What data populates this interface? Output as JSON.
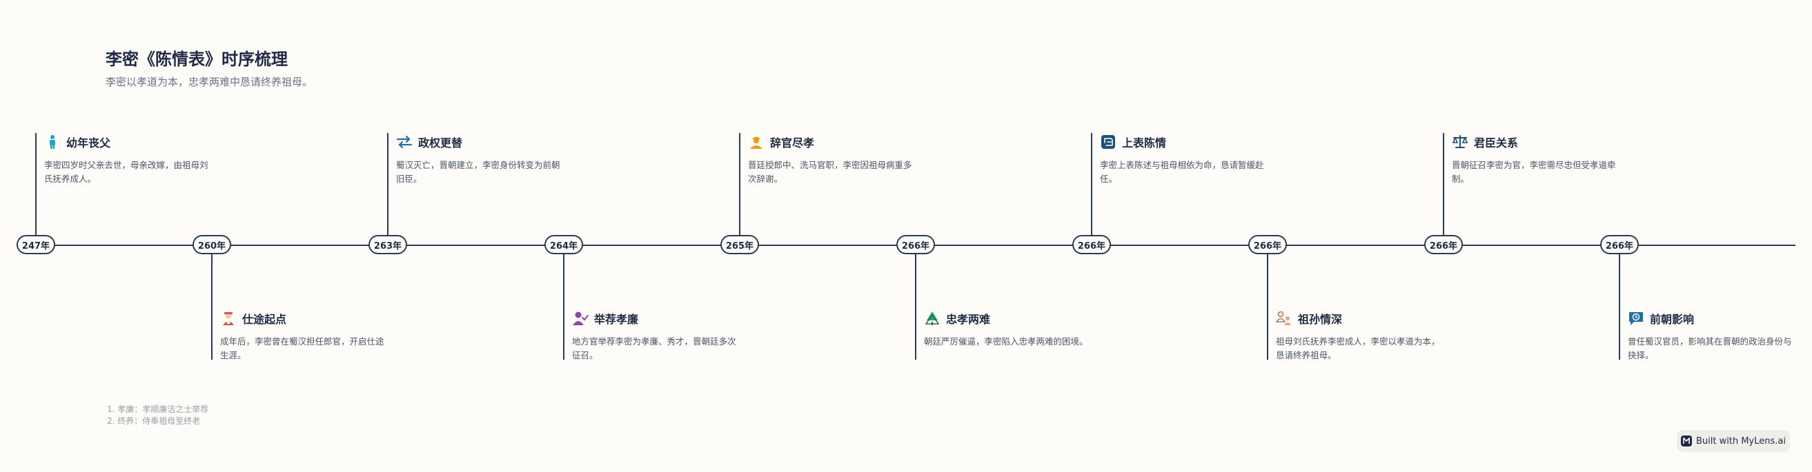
{
  "header": {
    "title": "李密《陈情表》时序梳理",
    "subtitle": "李密以孝道为本，忠孝两难中恳请终养祖母。"
  },
  "timeline": [
    {
      "year": "247年",
      "title": "幼年丧父",
      "desc": "李密四岁时父亲去世，母亲改嫁，由祖母刘氏抚养成人。",
      "icon": "person-icon",
      "color": "#1fa3c4"
    },
    {
      "year": "260年",
      "title": "仕途起点",
      "desc": "成年后，李密曾在蜀汉担任郎官，开启仕途生涯。",
      "icon": "official-icon",
      "color": "#d9534f"
    },
    {
      "year": "263年",
      "title": "政权更替",
      "desc": "蜀汉灭亡，晋朝建立，李密身份转变为前朝旧臣。",
      "icon": "exchange-icon",
      "color": "#1f6fa8"
    },
    {
      "year": "264年",
      "title": "举荐孝廉",
      "desc": "地方官举荐李密为孝廉、秀才，晋朝廷多次征召。",
      "icon": "user-check-icon",
      "color": "#8e44ad"
    },
    {
      "year": "265年",
      "title": "辞官尽孝",
      "desc": "晋廷授郎中、洗马官职，李密因祖母病重多次辞谢。",
      "icon": "worker-icon",
      "color": "#f39c12"
    },
    {
      "year": "266年",
      "title": "忠孝两难",
      "desc": "朝廷严厉催逼，李密陷入忠孝两难的困境。",
      "icon": "tree-icon",
      "color": "#27a37a"
    },
    {
      "year": "266年",
      "title": "上表陈情",
      "desc": "李密上表陈述与祖母相依为命，恳请暂缓赴任。",
      "icon": "scroll-icon",
      "color": "#1f4e79"
    },
    {
      "year": "266年",
      "title": "祖孙情深",
      "desc": "祖母刘氏抚养李密成人，李密以孝道为本，恳请终养祖母。",
      "icon": "family-icon",
      "color": "#b07a52"
    },
    {
      "year": "266年",
      "title": "君臣关系",
      "desc": "晋朝征召李密为官，李密需尽忠但受孝道牵制。",
      "icon": "balance-icon",
      "color": "#1f4e79"
    },
    {
      "year": "266年",
      "title": "前朝影响",
      "desc": "曾任蜀汉官员，影响其在晋朝的政治身份与抉择。",
      "icon": "history-chat-icon",
      "color": "#1f6fa8"
    }
  ],
  "footnotes": [
    "1. 孝廉：孝顺廉洁之士举荐",
    "2. 终养：侍奉祖母至终老"
  ],
  "badge": {
    "label": "Built with MyLens.ai"
  }
}
